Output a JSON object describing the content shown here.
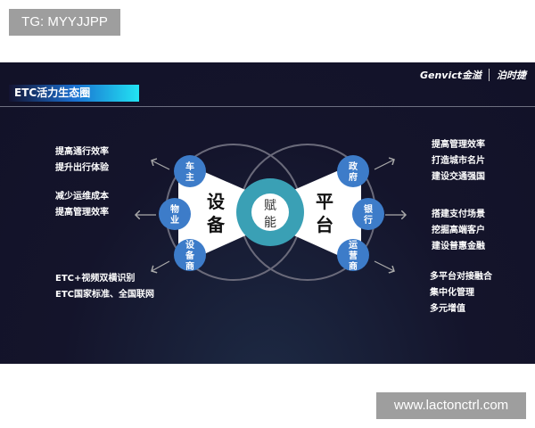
{
  "top_label": "TG: MYYJJPP",
  "watermark": "www.lactonctrl.com",
  "slide": {
    "title": "ETC活力生态圈",
    "logos": [
      "Genvict金溢",
      "泊时捷"
    ],
    "center": "赋能",
    "left_big": [
      "设",
      "备"
    ],
    "right_big": [
      "平",
      "台"
    ],
    "left_nodes": [
      [
        "车",
        "主"
      ],
      [
        "物",
        "业"
      ],
      [
        "设",
        "备",
        "商"
      ]
    ],
    "right_nodes": [
      [
        "政",
        "府"
      ],
      [
        "银",
        "行"
      ],
      [
        "运",
        "营",
        "商"
      ]
    ],
    "left_texts": [
      [
        "提高通行效率",
        "提升出行体验"
      ],
      [
        "减少运维成本",
        "提高管理效率"
      ],
      [
        "ETC+视频双横识别",
        "ETC国家标准、全国联网"
      ]
    ],
    "right_texts": [
      [
        "提高管理效率",
        "打造城市名片",
        "建设交通强国"
      ],
      [
        "搭建支付场景",
        "挖掘高端客户",
        "建设普惠金融"
      ],
      [
        "多平台对接融合",
        "集中化管理",
        "多元增值"
      ]
    ],
    "colors": {
      "node": "#3d7cc9",
      "center_ring": "#3aa0b5",
      "background": "#14142b"
    }
  }
}
